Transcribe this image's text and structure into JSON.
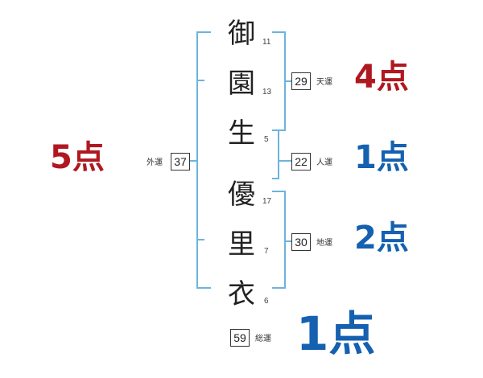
{
  "characters": [
    {
      "char": "御",
      "strokes": "11"
    },
    {
      "char": "園",
      "strokes": "13"
    },
    {
      "char": "生",
      "strokes": "5"
    },
    {
      "char": "優",
      "strokes": "17"
    },
    {
      "char": "里",
      "strokes": "7"
    },
    {
      "char": "衣",
      "strokes": "6"
    }
  ],
  "fortunes": {
    "ten": {
      "label": "天運",
      "value": "29"
    },
    "jin": {
      "label": "人運",
      "value": "22"
    },
    "chi": {
      "label": "地運",
      "value": "30"
    },
    "gai": {
      "label": "外運",
      "value": "37"
    },
    "sou": {
      "label": "総運",
      "value": "59"
    }
  },
  "scores": {
    "ten": "4点",
    "jin": "1点",
    "chi": "2点",
    "gai": "5点",
    "sou": "1点"
  },
  "colors": {
    "bracket": "#6cb4dc",
    "red": "#b01820",
    "blue": "#1560b0"
  }
}
